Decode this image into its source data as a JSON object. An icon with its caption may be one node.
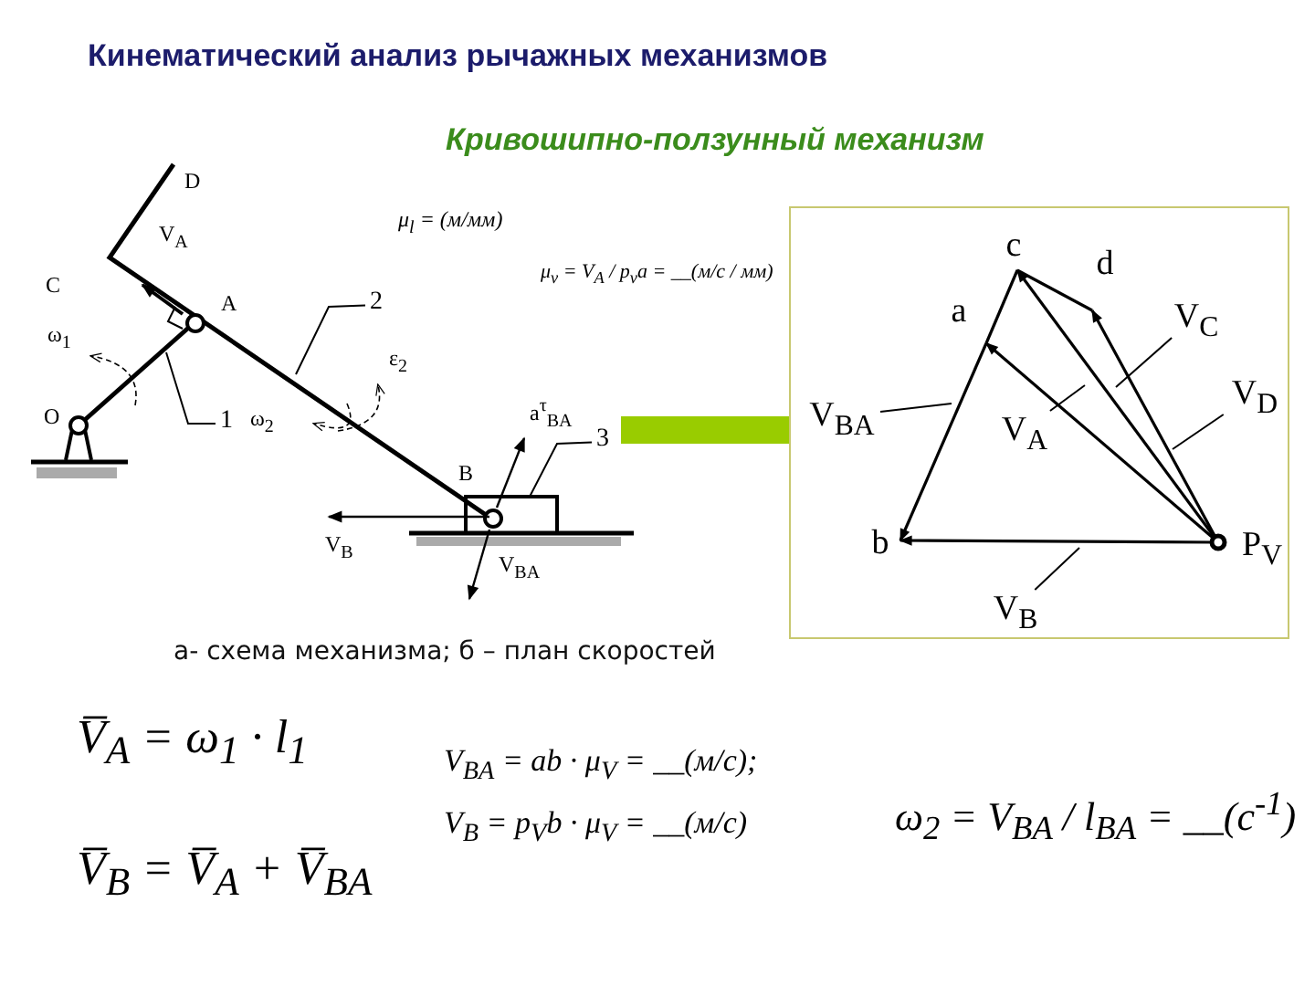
{
  "diagram": {
    "title": "Кинематический анализ рычажных механизмов",
    "caption": "а- схема механизма; б – план скоростей",
    "nodes": [
      {
        "text": [],
        "shape": "box"
      },
      {
        "text": [
          "c"
        ],
        "in": 0
      },
      {
        "text": [
          "d"
        ],
        "in": 0
      },
      {
        "text": [
          "a"
        ],
        "in": 0
      },
      {
        "text": [
          "b"
        ],
        "in": 0
      },
      {
        "text": [
          "P$_{V}$"
        ],
        "in": 0
      },
      {
        "text": [
          "V$_{BA}$"
        ],
        "in": 0
      },
      {
        "text": [
          "V$_{A}$"
        ],
        "in": 0
      },
      {
        "text": [
          "V$_{C}$"
        ],
        "in": 0
      },
      {
        "text": [
          "V$_{D}$"
        ],
        "in": 0
      },
      {
        "text": [
          "V$_{B}$"
        ],
        "in": 0
      },
      {
        "text": [
          "2"
        ]
      },
      {
        "text": [
          "1"
        ]
      },
      {
        "text": [
          "3"
        ]
      },
      {
        "text": [],
        "shape": "bar"
      }
    ],
    "edges": [
      {
        "from": 5,
        "to": 3,
        "arrow": "to"
      },
      {
        "from": 3,
        "to": 4,
        "arrow": "to"
      },
      {
        "from": 1,
        "to": 3,
        "arrow": "none"
      },
      {
        "from": 5,
        "to": 4,
        "arrow": "to"
      },
      {
        "from": 5,
        "to": 1,
        "arrow": "to"
      },
      {
        "from": 5,
        "to": 2,
        "arrow": "to"
      },
      {
        "from": 2,
        "to": 1,
        "arrow": "none"
      },
      {
        "from": 6,
        "to": null,
        "arrow": "none"
      },
      {
        "from": 7,
        "to": null,
        "arrow": "none"
      },
      {
        "from": 8,
        "to": null,
        "arrow": "none"
      },
      {
        "from": 9,
        "to": null,
        "arrow": "none"
      },
      {
        "from": 10,
        "to": null,
        "arrow": "none"
      },
      {
        "from": 11,
        "to": null,
        "arrow": "none"
      },
      {
        "from": 12,
        "to": null,
        "arrow": "none"
      },
      {
        "from": 13,
        "to": null,
        "arrow": "none"
      }
    ],
    "labels": [
      "Кривошипно-ползунный механизм",
      "D",
      "V$_{A}$",
      "C",
      "A",
      "ω$_{1}$",
      "O",
      "ε$_{2}$",
      "ω$_{2}$",
      "a$^{τ}$$_{BA}$",
      "B",
      "V$_{B}$",
      "V$_{BA}$",
      "μ$_{l}$ = (м/мм)",
      "μ$_{v}$ = V$_{A}$ / p$_{v}$a = __(м/с / мм)",
      "V̅$_{A}$ = ω$_{1}$ · l$_{1}$",
      "V$_{BA}$ = ab · μ$_{V}$ = __(м/с);",
      "ω$_{2}$ = V$_{BA}$ / l$_{BA}$ = __(с$^{-1}$)",
      "V$_{B}$ = p$_{V}$b · μ$_{V}$ = __(м/с)",
      "V̅$_{B}$ = V̅$_{A}$ + V̅$_{BA}$"
    ]
  }
}
